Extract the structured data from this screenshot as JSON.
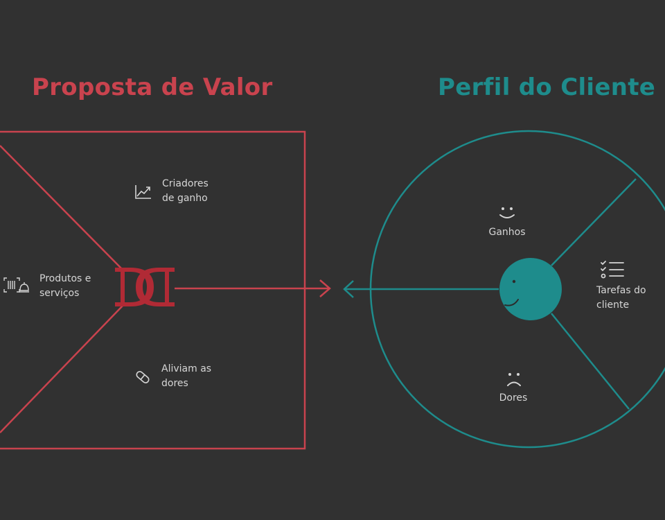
{
  "value_proposition": {
    "title": "Proposta de Valor",
    "color": "#c9434e",
    "sections": {
      "gain_creators": {
        "line1": "Criadores",
        "line2": "de ganho",
        "icon": "chart-line-icon"
      },
      "products_services": {
        "line1": "Produtos e",
        "line2": "serviços",
        "icon": "barcode-service-bell-icon"
      },
      "pain_relievers": {
        "line1": "Aliviam as",
        "line2": "dores",
        "icon": "pill-icon"
      }
    }
  },
  "customer_profile": {
    "title": "Perfil do Cliente",
    "color": "#1e8c8c",
    "sections": {
      "gains": {
        "label": "Ganhos",
        "icon": "smile-icon"
      },
      "customer_jobs": {
        "line1": "Tarefas do",
        "line2": "cliente",
        "icon": "checklist-icon"
      },
      "pains": {
        "label": "Dores",
        "icon": "sad-face-icon"
      }
    }
  },
  "logo_icon": "dd-logo-icon",
  "background": "#313131"
}
